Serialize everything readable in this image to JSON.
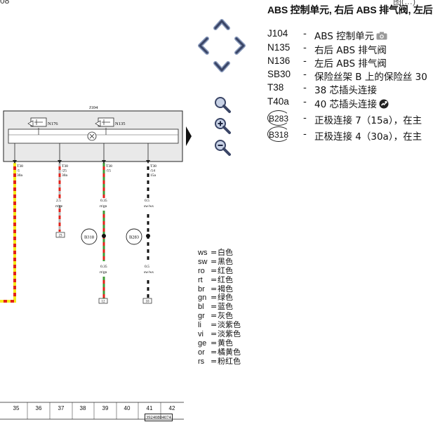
{
  "page": {
    "top_left_fragment": "08",
    "top_right_fragment": "图(…)"
  },
  "legend": {
    "title": "ABS 控制单元, 右后 ABS 排气阀, 左后",
    "rows": [
      {
        "code": "J104",
        "circled": false,
        "desc": "ABS 控制单元",
        "icon": "camera-icon"
      },
      {
        "code": "N135",
        "circled": false,
        "desc": "右后 ABS 排气阀",
        "icon": ""
      },
      {
        "code": "N136",
        "circled": false,
        "desc": "左后 ABS 排气阀",
        "icon": ""
      },
      {
        "code": "SB30",
        "circled": false,
        "desc": "保险丝架 B 上的保险丝 30",
        "icon": ""
      },
      {
        "code": "T38",
        "circled": false,
        "desc": "38 芯插头连接",
        "icon": ""
      },
      {
        "code": "T40a",
        "circled": false,
        "desc": "40 芯插头连接",
        "icon": "connector-icon"
      },
      {
        "code": "B283",
        "circled": true,
        "desc": "正极连接 7（15a），在主",
        "icon": ""
      },
      {
        "code": "B318",
        "circled": true,
        "desc": "正极连接 4（30a），在主",
        "icon": ""
      }
    ]
  },
  "navigation": {
    "controls": [
      "pan-up",
      "pan-left",
      "pan-right",
      "pan-down",
      "zoom-fit",
      "zoom-in",
      "zoom-out"
    ]
  },
  "diagram": {
    "unit_label": "J104",
    "valves": [
      {
        "label": "N176"
      },
      {
        "label": "N135"
      }
    ],
    "pins": [
      {
        "lines": [
          "T38",
          "/1",
          "30a"
        ]
      },
      {
        "lines": [
          "T38",
          "/25",
          "30a"
        ]
      },
      {
        "lines": [
          "T38",
          "/15"
        ]
      },
      {
        "lines": [
          "T38",
          "/14",
          "15a"
        ]
      }
    ],
    "wire_specs": [
      {
        "size": "2.5",
        "colour": "rt/ge"
      },
      {
        "size": "0.35",
        "colour": "rt/gn"
      },
      {
        "size": "0.5",
        "colour": "sw/ws"
      },
      {
        "size": "0.35",
        "colour": "rt/gn"
      },
      {
        "size": "0.5",
        "colour": "sw/ws"
      }
    ],
    "connectors": [
      "B318",
      "B283"
    ],
    "refs": [
      "23",
      "12",
      "10"
    ],
    "scale": [
      "35",
      "36",
      "37",
      "38",
      "39",
      "40",
      "41",
      "42"
    ],
    "doc_number": "39240804074"
  },
  "colour_legend": [
    {
      "code": "ws",
      "name": "白色"
    },
    {
      "code": "sw",
      "name": "黑色"
    },
    {
      "code": "ro",
      "name": "红色"
    },
    {
      "code": "rt",
      "name": "红色"
    },
    {
      "code": "br",
      "name": "褐色"
    },
    {
      "code": "gn",
      "name": "绿色"
    },
    {
      "code": "bl",
      "name": "蓝色"
    },
    {
      "code": "gr",
      "name": "灰色"
    },
    {
      "code": "li",
      "name": "淡紫色"
    },
    {
      "code": "vi",
      "name": "淡紫色"
    },
    {
      "code": "ge",
      "name": "黄色"
    },
    {
      "code": "or",
      "name": "橘黄色"
    },
    {
      "code": "rs",
      "name": "粉红色"
    }
  ],
  "colors": {
    "wire_red": "#e32119",
    "wire_yellow": "#f4ea1a",
    "wire_green": "#3f9a35",
    "wire_black": "#111111",
    "unit_fill": "#e9e9e9",
    "nav_icon": "#3a4566",
    "zoom_lens": "#c8d2e6"
  }
}
